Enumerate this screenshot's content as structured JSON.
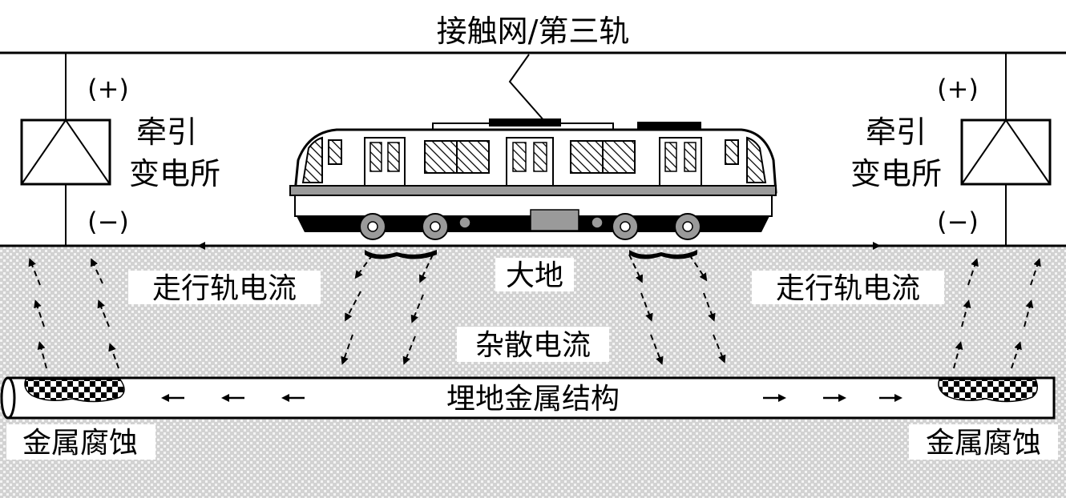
{
  "labels": {
    "catenary": "接触网/第三轨",
    "substation_left": [
      "牵引",
      "变电所"
    ],
    "substation_right": [
      "牵引",
      "变电所"
    ],
    "positive_left": "(+)",
    "negative_left": "(−)",
    "positive_right": "(+)",
    "negative_right": "(−)",
    "rail_current_left": "走行轨电流",
    "rail_current_right": "走行轨电流",
    "earth": "大地",
    "stray_current": "杂散电流",
    "buried_structure": "埋地金属结构",
    "corrosion_left": "金属腐蚀",
    "corrosion_right": "金属腐蚀"
  },
  "colors": {
    "line": "#000000",
    "ground_base": "#d2d2d2",
    "ground_dot": "#f2f2f2",
    "white": "#ffffff",
    "train_grey": "#9a9a9a"
  }
}
